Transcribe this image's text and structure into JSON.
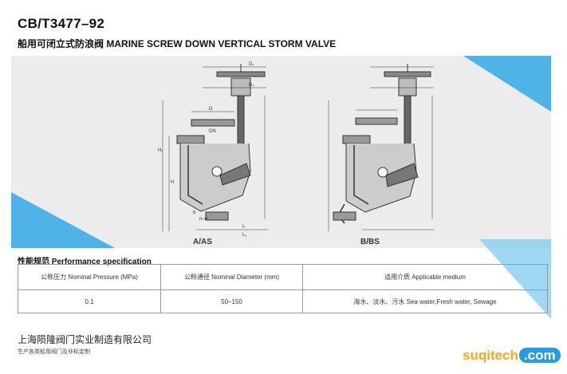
{
  "header": {
    "standard_code": "CB/T3477–92",
    "title_cn": "船用可闭立式防浪阀",
    "title_en": "MARINE SCREW DOWN VERTICAL STORM VALVE"
  },
  "drawing": {
    "figure_a_label": "A/AS",
    "figure_b_label": "B/BS",
    "dim_labels": [
      "D₁",
      "D₂",
      "D",
      "DN",
      "H",
      "H₁",
      "L",
      "L₁",
      "n–d",
      "b"
    ]
  },
  "spec": {
    "heading": "性能规范  Performance specification",
    "headers": [
      "公称压力 Nominal Pressure (MPa)",
      "公称通径 Nominal Diameter (mm)",
      "适用介质 Applicable medium"
    ],
    "rows": [
      [
        "0.1",
        "50–150",
        "海水、淡水、污水 Sea water,Fresh water, Sewage"
      ]
    ]
  },
  "footer": {
    "company_name": "上海陨隆阀门实业制造有限公司",
    "company_sub": "生产各类船用阀门及非标定制",
    "logo_part1": "suqitech",
    "logo_part2": ".com"
  },
  "colors": {
    "accent_blue": "#4fb3e6",
    "logo_orange": "#f5a623",
    "logo_blue": "#2a9be0"
  }
}
